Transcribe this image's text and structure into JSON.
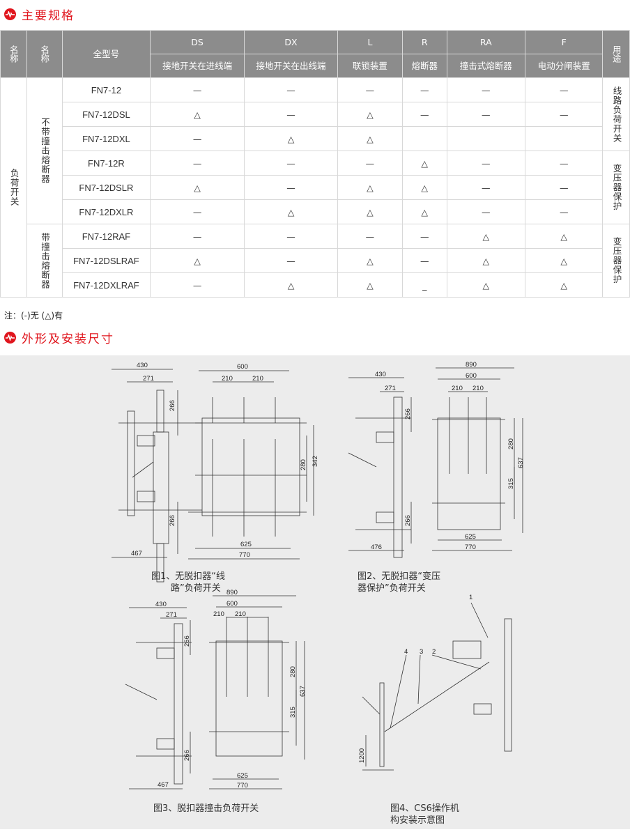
{
  "sections": {
    "spec_title": "主要规格",
    "dim_title": "外形及安装尺寸"
  },
  "table": {
    "headers": {
      "name1": "名称",
      "name2": "名称",
      "model": "全型号",
      "usage": "用途",
      "codes": [
        {
          "code": "DS",
          "desc": "接地开关在进线端"
        },
        {
          "code": "DX",
          "desc": "接地开关在出线端"
        },
        {
          "code": "L",
          "desc": "联锁装置"
        },
        {
          "code": "R",
          "desc": "熔断器"
        },
        {
          "code": "RA",
          "desc": "撞击式熔断器"
        },
        {
          "code": "F",
          "desc": "电动分闸装置"
        }
      ]
    },
    "group": "负荷开关",
    "subgroups": [
      "不带撞击熔断器",
      "带撞击熔断器"
    ],
    "usages": [
      "线路负荷开关",
      "变压器保护",
      "变压器保护"
    ],
    "rows": [
      {
        "model": "FN7-12",
        "v": [
          "—",
          "—",
          "—",
          "—",
          "—",
          "—"
        ]
      },
      {
        "model": "FN7-12DSL",
        "v": [
          "△",
          "—",
          "△",
          "—",
          "—",
          "—"
        ]
      },
      {
        "model": "FN7-12DXL",
        "v": [
          "—",
          "△",
          "△",
          "",
          "",
          ""
        ]
      },
      {
        "model": "FN7-12R",
        "v": [
          "—",
          "—",
          "—",
          "△",
          "—",
          "—"
        ]
      },
      {
        "model": "FN7-12DSLR",
        "v": [
          "△",
          "—",
          "△",
          "△",
          "—",
          "—"
        ]
      },
      {
        "model": "FN7-12DXLR",
        "v": [
          "—",
          "△",
          "△",
          "△",
          "—",
          "—"
        ]
      },
      {
        "model": "FN7-12RAF",
        "v": [
          "—",
          "—",
          "—",
          "—",
          "△",
          "△"
        ]
      },
      {
        "model": "FN7-12DSLRAF",
        "v": [
          "△",
          "—",
          "△",
          "—",
          "△",
          "△"
        ]
      },
      {
        "model": "FN7-12DXLRAF",
        "v": [
          "—",
          "△",
          "△",
          "_",
          "△",
          "△"
        ]
      }
    ]
  },
  "note": "注：(-)无  (△)有",
  "figures": {
    "fig1": {
      "caption1": "图1、无脱扣器“线",
      "caption2": "路”负荷开关",
      "dims": [
        "430",
        "271",
        "266",
        "266",
        "467",
        "600",
        "210",
        "210",
        "280",
        "342",
        "625",
        "770"
      ]
    },
    "fig2": {
      "caption1": "图2、无脱扣器“变压",
      "caption2": "器保护”负荷开关",
      "dims": [
        "430",
        "271",
        "266",
        "266",
        "476",
        "890",
        "600",
        "210",
        "210",
        "280",
        "637",
        "315",
        "625",
        "770"
      ]
    },
    "fig3": {
      "caption1": "图3、脱扣器撞击负荷开关",
      "dims": [
        "430",
        "271",
        "266",
        "266",
        "467",
        "890",
        "600",
        "210",
        "210",
        "280",
        "637",
        "315",
        "625",
        "770"
      ]
    },
    "fig4": {
      "caption1": "图4、CS6操作机",
      "caption2": "构安装示意图",
      "labels": [
        "1",
        "2",
        "3",
        "4"
      ],
      "dims": [
        "1200"
      ]
    }
  }
}
